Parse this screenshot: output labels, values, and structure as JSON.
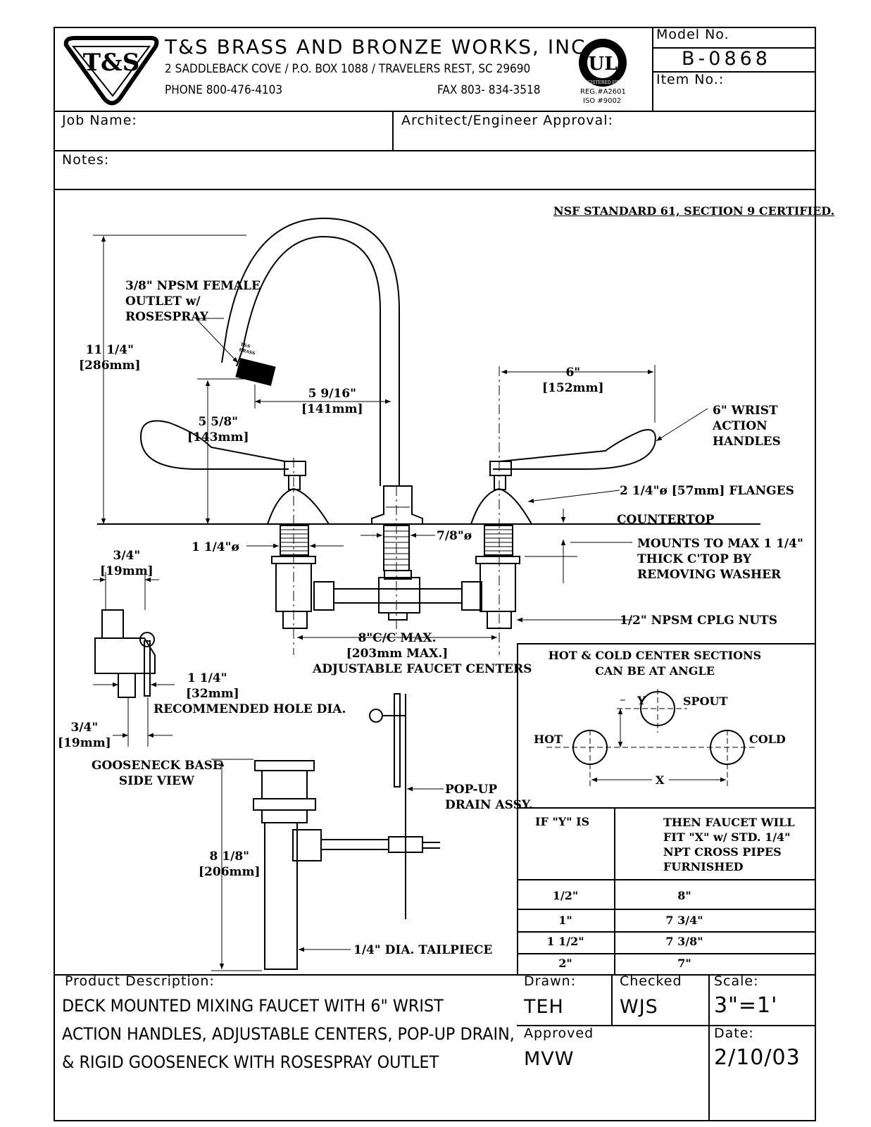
{
  "header": {
    "logo_text": "T&S",
    "company_name": "T&S BRASS AND BRONZE WORKS, INC.",
    "address": "2 SADDLEBACK COVE / P.O. BOX 1088 / TRAVELERS REST, SC 29690",
    "phone": "PHONE 800-476-4103",
    "fax": "FAX  803- 834-3518",
    "ul_mark": "UL",
    "ul_ring": "REGISTERED FIRM",
    "reg_no": "REG.#A2601",
    "iso_no": "ISO #9002",
    "model_label": "Model  No.",
    "model_number": "B-0868",
    "item_label": "Item  No.:"
  },
  "form": {
    "job_name_label": "Job  Name:",
    "approval_label": "Architect/Engineer  Approval:",
    "notes_label": "Notes:"
  },
  "drawing": {
    "certification": "NSF STANDARD 61, SECTION 9 CERTIFIED.",
    "outlet_label": [
      "3/8\" NPSM FEMALE",
      "OUTLET w/",
      "ROSESPRAY"
    ],
    "height_dim": [
      "11 1/4\"",
      "[286mm]"
    ],
    "reach_dim": [
      "5 9/16\"",
      "[141mm]"
    ],
    "spout_height_dim": [
      "5 5/8\"",
      "[143mm]"
    ],
    "handle_dim": [
      "6\"",
      "[152mm]"
    ],
    "wrist_label": [
      "6\" WRIST",
      "ACTION",
      "HANDLES"
    ],
    "flange_label": "2 1/4\"ø [57mm] FLANGES",
    "countertop_label": "COUNTERTOP",
    "shank_dim": "1 1/4\"ø",
    "spout_shank_dim": "7/8\"ø",
    "mounts_label": [
      "MOUNTS TO MAX 1 1/4\"",
      "THICK C'TOP BY",
      "REMOVING WASHER"
    ],
    "cplg_label": "1/2\" NPSM CPLG NUTS",
    "centers_label": [
      "8\"C/C MAX.",
      "[203mm MAX.]",
      "ADJUSTABLE FAUCET CENTERS"
    ],
    "base_width_dim": [
      "3/4\"",
      "[19mm]"
    ],
    "hole_dim": [
      "1 1/4\"",
      "[32mm]",
      "RECOMMENDED HOLE DIA."
    ],
    "base_offset_dim": [
      "3/4\"",
      "[19mm]"
    ],
    "gooseneck_label": [
      "GOOSENECK BASE",
      "SIDE VIEW"
    ],
    "drain_height_dim": [
      "8 1/8\"",
      "[206mm]"
    ],
    "popup_label": [
      "POP-UP",
      "DRAIN ASSY."
    ],
    "tailpiece_label": "1/4\" DIA. TAILPIECE",
    "spout_brand": [
      "T&S",
      "BRASS"
    ]
  },
  "angle_table": {
    "title": [
      "HOT & COLD CENTER SECTIONS",
      "CAN BE AT ANGLE"
    ],
    "hot": "HOT",
    "cold": "COLD",
    "spout": "SPOUT",
    "y": "Y",
    "x": "X",
    "col1_header": "IF \"Y\" IS",
    "col2_header": [
      "THEN FAUCET WILL",
      "FIT \"X\" w/ STD. 1/4\"",
      "NPT CROSS PIPES",
      "FURNISHED"
    ],
    "rows": [
      {
        "y": "1/2\"",
        "x": "8\""
      },
      {
        "y": "1\"",
        "x": "7 3/4\""
      },
      {
        "y": "1 1/2\"",
        "x": "7 3/8\""
      },
      {
        "y": "2\"",
        "x": "7\""
      }
    ]
  },
  "footer": {
    "product_label": "Product  Description:",
    "description": [
      "DECK  MOUNTED  MIXING  FAUCET  WITH  6\"  WRIST",
      "ACTION  HANDLES,  ADJUSTABLE  CENTERS,  POP-UP  DRAIN,",
      "&  RIGID  GOOSENECK  WITH  ROSESPRAY  OUTLET"
    ],
    "drawn_label": "Drawn:",
    "drawn_value": "TEH",
    "checked_label": "Checked",
    "checked_value": "WJS",
    "scale_label": "Scale:",
    "scale_value": "3\"=1'",
    "approved_label": "Approved",
    "approved_value": "MVW",
    "date_label": "Date:",
    "date_value": "2/10/03"
  }
}
